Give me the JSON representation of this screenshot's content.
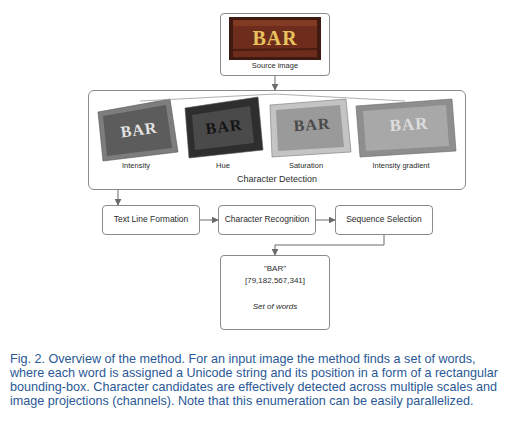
{
  "diagram": {
    "caption": "Fig. 2. Overview of the method. For an input image the method finds a set of words, where each word is assigned a Unicode string and its position in a form of a rectangular bounding-box. Character candidates are effectively detected across multiple scales and image projections (channels). Note that this enumeration can be easily parallelized.",
    "nodes": [
      {
        "text": [
          "Source image"
        ]
      },
      {
        "text": [
          "Intensity",
          "Hue",
          "Saturation",
          "Intensity gradient",
          "Character Detection"
        ]
      },
      {
        "text": [
          "Text Line Formation"
        ]
      },
      {
        "text": [
          "Character Recognition"
        ]
      },
      {
        "text": [
          "Sequence Selection"
        ]
      },
      {
        "text": [
          "\"BAR\"",
          "[79,182,567,341]",
          "Set of words"
        ]
      }
    ],
    "edges": [
      {
        "from": 0,
        "to": 1,
        "arrow": "to"
      },
      {
        "from": 1,
        "to": 2,
        "arrow": "to"
      },
      {
        "from": 2,
        "to": 3,
        "arrow": "to"
      },
      {
        "from": 3,
        "to": 4,
        "arrow": "to"
      },
      {
        "from": 4,
        "to": 5,
        "arrow": "to"
      }
    ],
    "labels": [
      "BAR",
      "BAR",
      "BAR",
      "BAR",
      "BAR"
    ]
  }
}
